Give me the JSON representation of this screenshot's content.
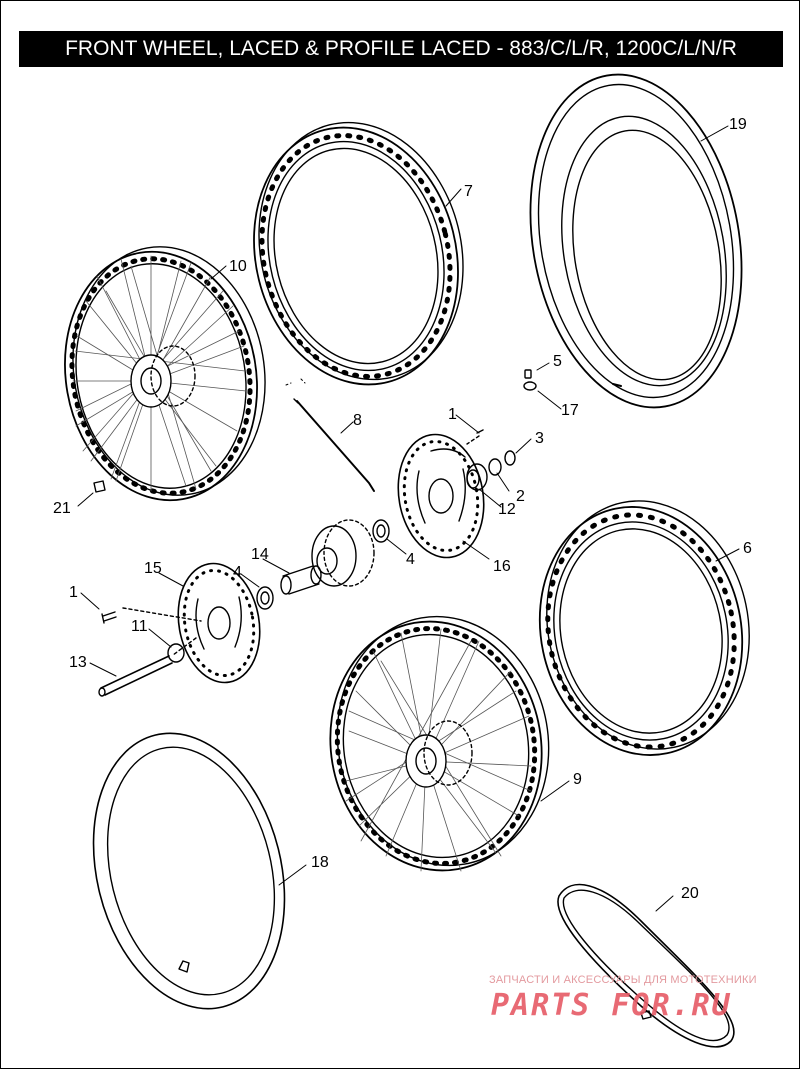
{
  "title": "FRONT WHEEL, LACED & PROFILE LACED - 883/C/L/R, 1200C/L/N/R",
  "colors": {
    "ink": "#000000",
    "paper": "#ffffff",
    "watermark": "#e65a66"
  },
  "callouts": {
    "c19": "19",
    "c7": "7",
    "c10": "10",
    "c5": "5",
    "c17": "17",
    "c8": "8",
    "c1a": "1",
    "c3": "3",
    "c2": "2",
    "c12": "12",
    "c21": "21",
    "c16": "16",
    "c4a": "4",
    "c14": "14",
    "c15": "15",
    "c4b": "4",
    "c6": "6",
    "c1b": "1",
    "c11": "11",
    "c13": "13",
    "c9": "9",
    "c18": "18",
    "c20": "20"
  },
  "watermark": {
    "caption": "ЗАПЧАСТИ И АКСЕССУАРЫ ДЛЯ МОТОТЕХНИКИ",
    "logo": "PARTS FOR.RU"
  }
}
